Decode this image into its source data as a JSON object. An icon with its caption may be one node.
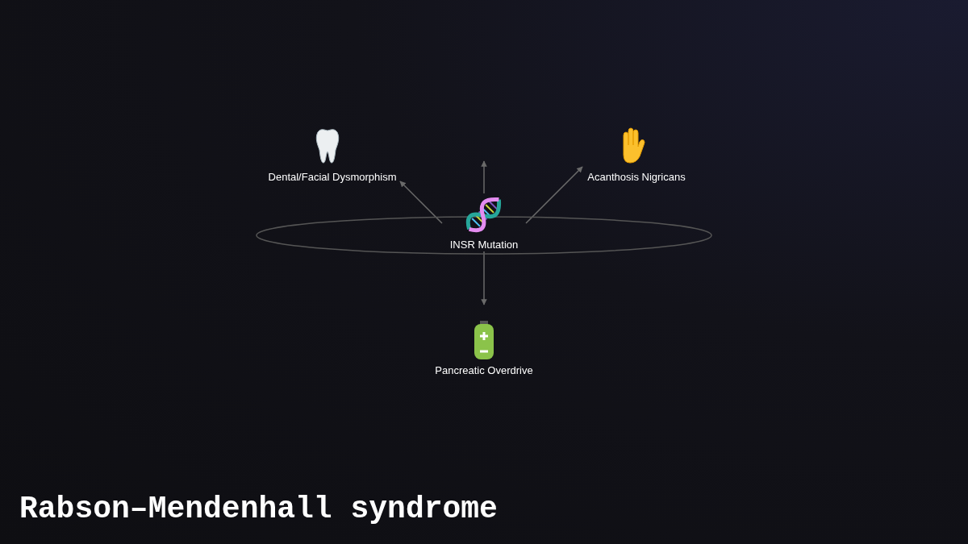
{
  "diagram": {
    "title": "Rabson–Mendenhall syndrome",
    "nodes": [
      {
        "text": [
          "Dental/Facial Dysmorphism"
        ]
      },
      {
        "text": [
          "Acanthosis Nigricans"
        ]
      },
      {
        "text": [
          "INSR Mutation"
        ]
      },
      {
        "text": [],
        "shape": "ellipse"
      },
      {
        "text": [
          "Pancreatic Overdrive"
        ]
      }
    ],
    "edges": [
      {
        "from": 2,
        "to": 0,
        "arrow": "to"
      },
      {
        "from": 2,
        "to": null,
        "arrow": "to"
      },
      {
        "from": 2,
        "to": 1,
        "arrow": "to"
      },
      {
        "from": 2,
        "to": 4,
        "arrow": "to"
      }
    ]
  }
}
